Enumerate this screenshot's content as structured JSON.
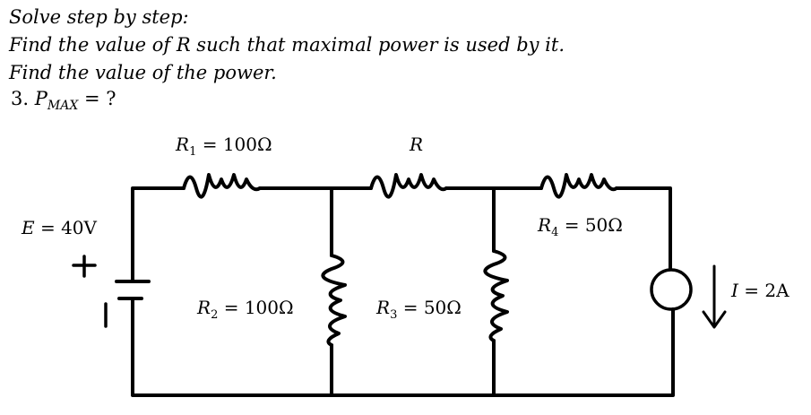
{
  "problem": {
    "line1": "Solve step by step:",
    "line2": "Find the value of R such that maximal power is used by it.",
    "line3": "Find the value of the power.",
    "question_prefix": "3.",
    "question_var": "P",
    "question_sub": "MAX",
    "question_rest": " = ?"
  },
  "circuit": {
    "source": {
      "symbol": "E",
      "value": " = 40V",
      "plus": "+",
      "minus": "|"
    },
    "r1": {
      "symbol": "R",
      "sub": "1",
      "value": " = 100Ω"
    },
    "r": {
      "symbol": "R"
    },
    "r2": {
      "symbol": "R",
      "sub": "2",
      "value": " = 100Ω"
    },
    "r3": {
      "symbol": "R",
      "sub": "3",
      "value": " = 50Ω"
    },
    "r4": {
      "symbol": "R",
      "sub": "4",
      "value": " = 50Ω"
    },
    "current": {
      "symbol": "I",
      "value": " = 2A"
    }
  }
}
